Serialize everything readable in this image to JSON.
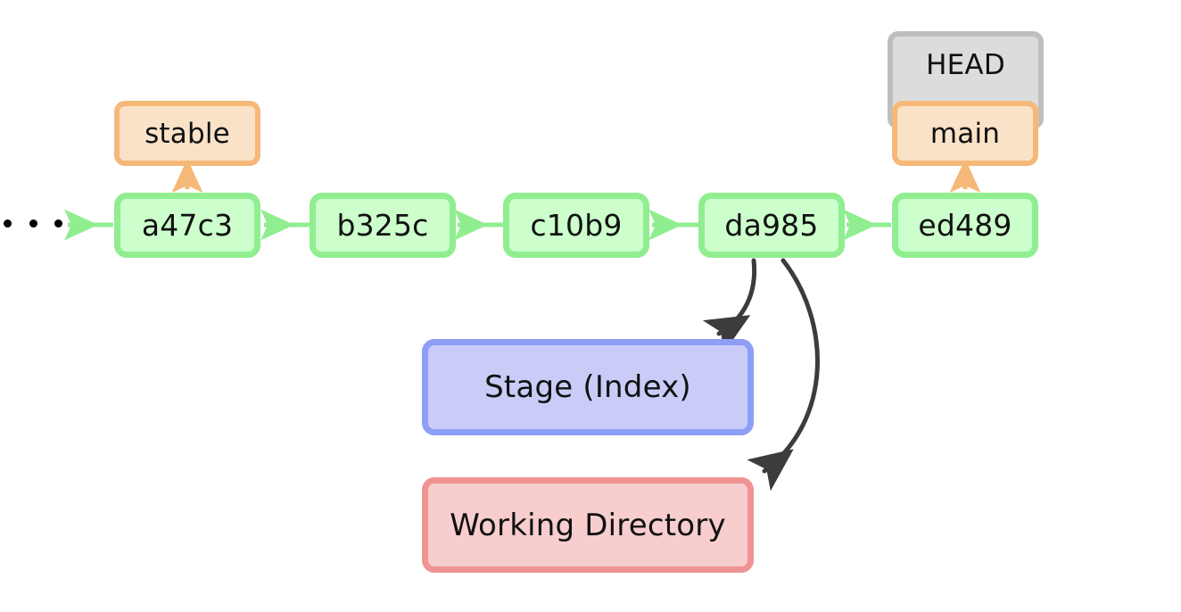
{
  "diagram": {
    "title": "Git repository state diagram",
    "background": "#ffffff",
    "colors": {
      "commit_fill": "#ccffcc",
      "commit_border": "#90ee90",
      "ref_fill": "#fae2c8",
      "ref_border": "#f5b878",
      "head_fill": "#dcdcdc",
      "head_border": "#bebebe",
      "stage_fill": "#c8ccf7",
      "stage_border": "#8c9ef5",
      "work_fill": "#f7cdcd",
      "work_border": "#f09393",
      "curve_arrow": "#3c3c3c",
      "commit_arrow": "#90ee90",
      "ref_arrow": "#f5b878",
      "text": "#111111"
    },
    "ellipsis": {
      "name": "history-ellipsis",
      "dots": 3
    },
    "commits": [
      {
        "id": "a47c3",
        "label": "a47c3"
      },
      {
        "id": "b325c",
        "label": "b325c"
      },
      {
        "id": "c10b9",
        "label": "c10b9"
      },
      {
        "id": "da985",
        "label": "da985"
      },
      {
        "id": "ed489",
        "label": "ed489"
      }
    ],
    "refs": [
      {
        "id": "stable",
        "label": "stable",
        "points_to": "a47c3"
      },
      {
        "id": "main",
        "label": "main",
        "points_to": "ed489"
      }
    ],
    "head": {
      "label": "HEAD",
      "attached_to": "main"
    },
    "areas": [
      {
        "id": "stage",
        "label": "Stage (Index)"
      },
      {
        "id": "working",
        "label": "Working Directory"
      }
    ],
    "edges": [
      {
        "from": "a47c3",
        "to": "history-ellipsis",
        "style": "commit-parent"
      },
      {
        "from": "b325c",
        "to": "a47c3",
        "style": "commit-parent"
      },
      {
        "from": "c10b9",
        "to": "b325c",
        "style": "commit-parent"
      },
      {
        "from": "da985",
        "to": "c10b9",
        "style": "commit-parent"
      },
      {
        "from": "ed489",
        "to": "da985",
        "style": "commit-parent"
      },
      {
        "from": "stable",
        "to": "a47c3",
        "style": "ref-pointer"
      },
      {
        "from": "main",
        "to": "ed489",
        "style": "ref-pointer"
      },
      {
        "from": "da985",
        "to": "stage",
        "style": "curve"
      },
      {
        "from": "da985",
        "to": "working",
        "style": "curve"
      }
    ]
  }
}
